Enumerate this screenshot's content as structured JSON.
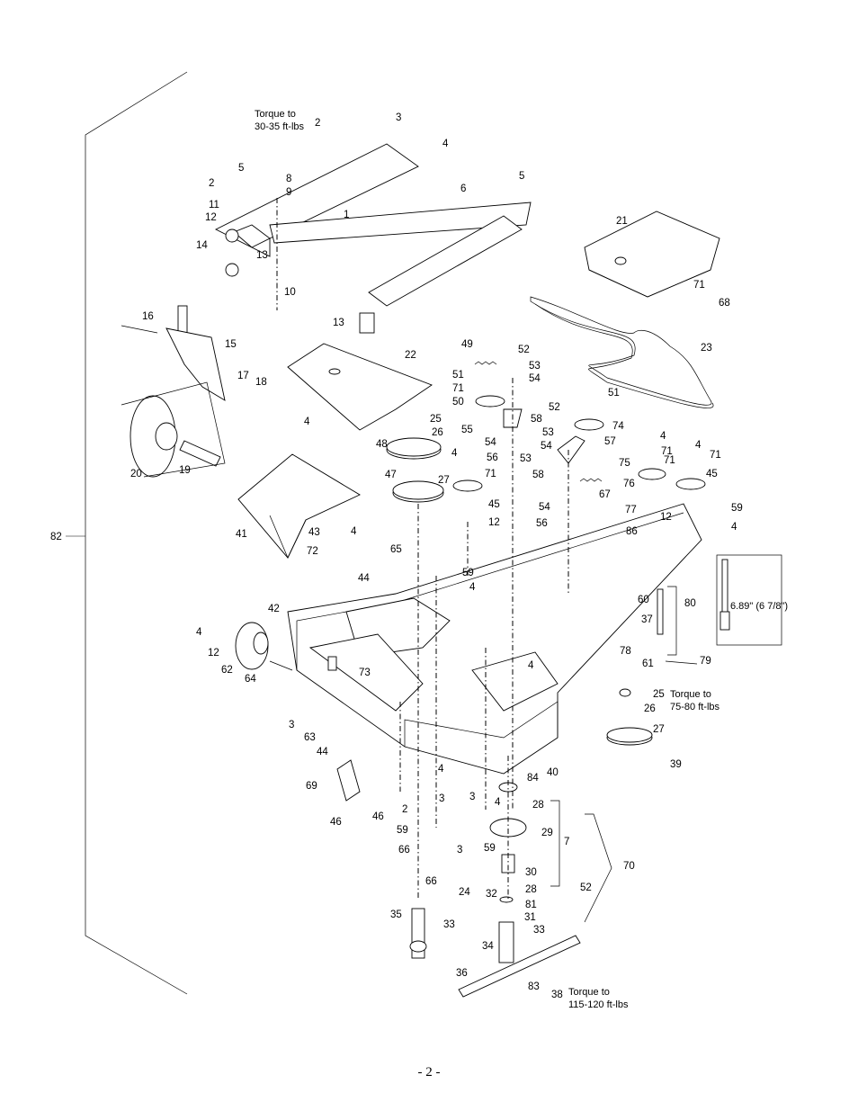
{
  "page_number": "- 2 -",
  "torque_notes": [
    {
      "id": "deck-frame",
      "line1": "Torque to",
      "line2": "30-35 ft-lbs"
    },
    {
      "id": "pulley",
      "line1": "Torque to",
      "line2": "75-80 ft-lbs"
    },
    {
      "id": "blade",
      "line1": "Torque to",
      "line2": "115-120 ft-lbs"
    }
  ],
  "dimension_label": "6.89\" (6 7/8\")",
  "callouts": [
    "2",
    "3",
    "4",
    "5",
    "2",
    "8",
    "9",
    "11",
    "12",
    "14",
    "13",
    "1",
    "5",
    "6",
    "10",
    "13",
    "16",
    "15",
    "17",
    "18",
    "20",
    "19",
    "21",
    "71",
    "68",
    "23",
    "22",
    "4",
    "49",
    "52",
    "51",
    "53",
    "71",
    "54",
    "50",
    "58",
    "55",
    "25",
    "26",
    "48",
    "54",
    "4",
    "56",
    "53",
    "71",
    "47",
    "27",
    "45",
    "12",
    "52",
    "51",
    "53",
    "54",
    "74",
    "57",
    "58",
    "67",
    "54",
    "56",
    "71",
    "4",
    "4",
    "71",
    "75",
    "71",
    "45",
    "76",
    "77",
    "12",
    "86",
    "59",
    "4",
    "41",
    "43",
    "4",
    "65",
    "72",
    "44",
    "59",
    "4",
    "42",
    "4",
    "12",
    "62",
    "64",
    "73",
    "60",
    "80",
    "37",
    "78",
    "61",
    "79",
    "4",
    "25",
    "26",
    "27",
    "3",
    "63",
    "44",
    "69",
    "46",
    "46",
    "40",
    "39",
    "4",
    "84",
    "2",
    "3",
    "59",
    "66",
    "3",
    "4",
    "28",
    "29",
    "7",
    "59",
    "3",
    "24",
    "66",
    "30",
    "28",
    "32",
    "81",
    "31",
    "70",
    "52",
    "35",
    "33",
    "33",
    "34",
    "36",
    "83",
    "38",
    "82"
  ]
}
